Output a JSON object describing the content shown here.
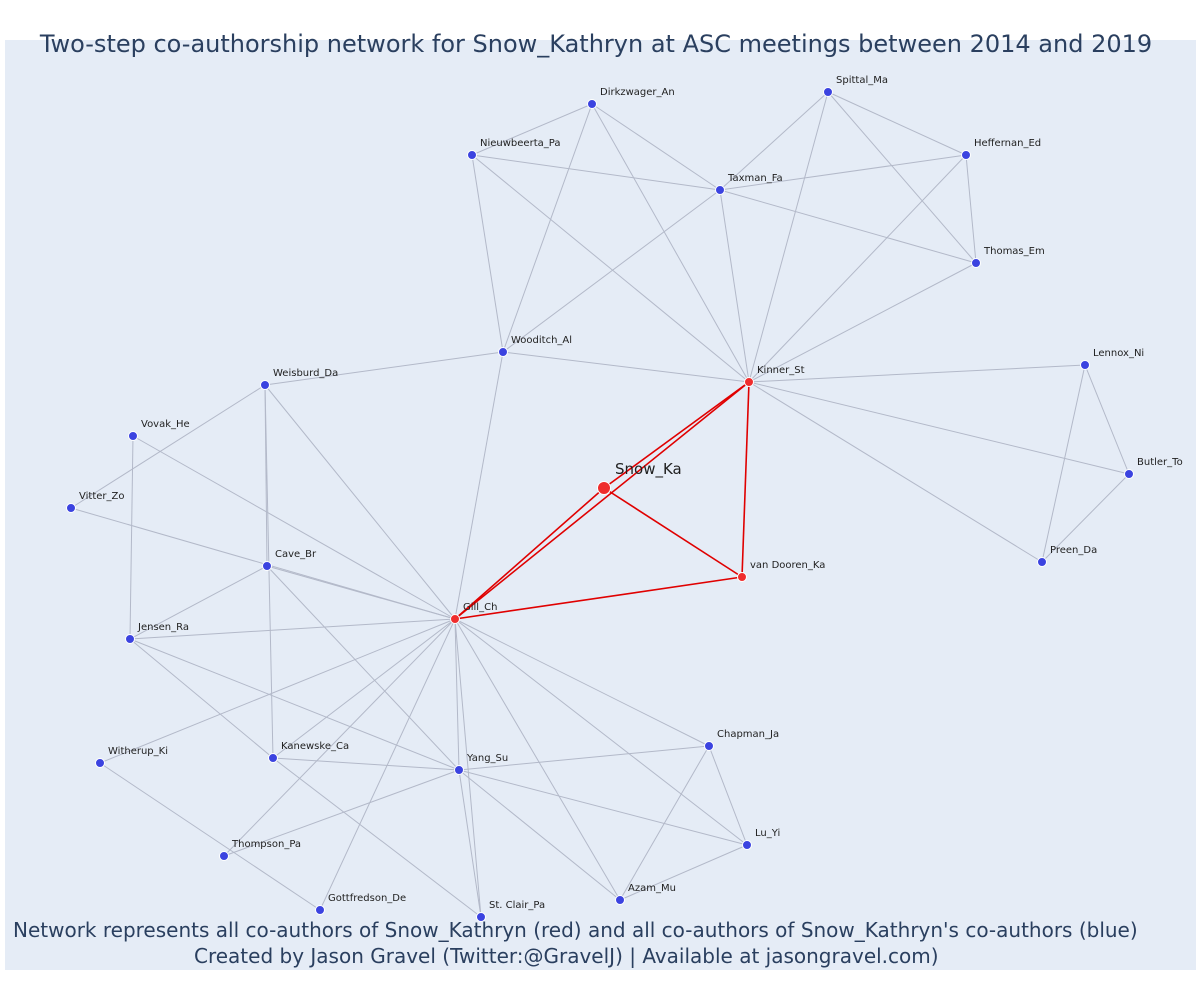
{
  "title": "Two-step co-authorship network for Snow_Kathryn at ASC meetings between 2014 and 2019",
  "footer": {
    "line1": "Network represents all co-authors of Snow_Kathryn (red) and all co-authors of Snow_Kathryn's co-authors (blue)",
    "line2": "Created by Jason Gravel (Twitter:@GravelJ) | Available at jasongravel.com)"
  },
  "colors": {
    "background": "#e5ecf6",
    "first_degree": "#ef2d2d",
    "second_degree": "#3b43e0",
    "edge": "#b3b9c9",
    "focal_edge": "#e00000",
    "text": "#2a3f5f"
  },
  "nodes": [
    {
      "id": "Snow_Ka",
      "label": "Snow_Ka",
      "group": "focal"
    },
    {
      "id": "Kinner_St",
      "label": "Kinner_St",
      "group": "first"
    },
    {
      "id": "Gill_Ch",
      "label": "Gill_Ch",
      "group": "first"
    },
    {
      "id": "van_Dooren_Ka",
      "label": "van Dooren_Ka",
      "group": "first"
    },
    {
      "id": "Dirkzwager_An",
      "label": "Dirkzwager_An",
      "group": "second"
    },
    {
      "id": "Spittal_Ma",
      "label": "Spittal_Ma",
      "group": "second"
    },
    {
      "id": "Nieuwbeerta_Pa",
      "label": "Nieuwbeerta_Pa",
      "group": "second"
    },
    {
      "id": "Heffernan_Ed",
      "label": "Heffernan_Ed",
      "group": "second"
    },
    {
      "id": "Taxman_Fa",
      "label": "Taxman_Fa",
      "group": "second"
    },
    {
      "id": "Thomas_Em",
      "label": "Thomas_Em",
      "group": "second"
    },
    {
      "id": "Wooditch_Al",
      "label": "Wooditch_Al",
      "group": "second"
    },
    {
      "id": "Lennox_Ni",
      "label": "Lennox_Ni",
      "group": "second"
    },
    {
      "id": "Weisburd_Da",
      "label": "Weisburd_Da",
      "group": "second"
    },
    {
      "id": "Vovak_He",
      "label": "Vovak_He",
      "group": "second"
    },
    {
      "id": "Butler_To",
      "label": "Butler_To",
      "group": "second"
    },
    {
      "id": "Vitter_Zo",
      "label": "Vitter_Zo",
      "group": "second"
    },
    {
      "id": "Preen_Da",
      "label": "Preen_Da",
      "group": "second"
    },
    {
      "id": "Cave_Br",
      "label": "Cave_Br",
      "group": "second"
    },
    {
      "id": "Jensen_Ra",
      "label": "Jensen_Ra",
      "group": "second"
    },
    {
      "id": "Chapman_Ja",
      "label": "Chapman_Ja",
      "group": "second"
    },
    {
      "id": "Witherup_Ki",
      "label": "Witherup_Ki",
      "group": "second"
    },
    {
      "id": "Kanewske_Ca",
      "label": "Kanewske_Ca",
      "group": "second"
    },
    {
      "id": "Yang_Su",
      "label": "Yang_Su",
      "group": "second"
    },
    {
      "id": "Lu_Yi",
      "label": "Lu_Yi",
      "group": "second"
    },
    {
      "id": "Thompson_Pa",
      "label": "Thompson_Pa",
      "group": "second"
    },
    {
      "id": "Azam_Mu",
      "label": "Azam_Mu",
      "group": "second"
    },
    {
      "id": "Gottfredson_De",
      "label": "Gottfredson_De",
      "group": "second"
    },
    {
      "id": "St_Clair_Pa",
      "label": "St. Clair_Pa",
      "group": "second"
    }
  ],
  "edges": [
    [
      "Snow_Ka",
      "Kinner_St"
    ],
    [
      "Snow_Ka",
      "Gill_Ch"
    ],
    [
      "Snow_Ka",
      "van_Dooren_Ka"
    ],
    [
      "Kinner_St",
      "Gill_Ch"
    ],
    [
      "Kinner_St",
      "van_Dooren_Ka"
    ],
    [
      "Gill_Ch",
      "van_Dooren_Ka"
    ],
    [
      "Dirkzwager_An",
      "Nieuwbeerta_Pa"
    ],
    [
      "Dirkzwager_An",
      "Taxman_Fa"
    ],
    [
      "Dirkzwager_An",
      "Wooditch_Al"
    ],
    [
      "Dirkzwager_An",
      "Kinner_St"
    ],
    [
      "Nieuwbeerta_Pa",
      "Taxman_Fa"
    ],
    [
      "Nieuwbeerta_Pa",
      "Wooditch_Al"
    ],
    [
      "Nieuwbeerta_Pa",
      "Kinner_St"
    ],
    [
      "Spittal_Ma",
      "Taxman_Fa"
    ],
    [
      "Spittal_Ma",
      "Heffernan_Ed"
    ],
    [
      "Spittal_Ma",
      "Thomas_Em"
    ],
    [
      "Spittal_Ma",
      "Kinner_St"
    ],
    [
      "Heffernan_Ed",
      "Taxman_Fa"
    ],
    [
      "Heffernan_Ed",
      "Thomas_Em"
    ],
    [
      "Heffernan_Ed",
      "Kinner_St"
    ],
    [
      "Taxman_Fa",
      "Thomas_Em"
    ],
    [
      "Taxman_Fa",
      "Wooditch_Al"
    ],
    [
      "Taxman_Fa",
      "Kinner_St"
    ],
    [
      "Thomas_Em",
      "Kinner_St"
    ],
    [
      "Wooditch_Al",
      "Kinner_St"
    ],
    [
      "Wooditch_Al",
      "Weisburd_Da"
    ],
    [
      "Wooditch_Al",
      "Gill_Ch"
    ],
    [
      "Kinner_St",
      "Lennox_Ni"
    ],
    [
      "Kinner_St",
      "Butler_To"
    ],
    [
      "Kinner_St",
      "Preen_Da"
    ],
    [
      "Lennox_Ni",
      "Butler_To"
    ],
    [
      "Lennox_Ni",
      "Preen_Da"
    ],
    [
      "Butler_To",
      "Preen_Da"
    ],
    [
      "Weisburd_Da",
      "Vitter_Zo"
    ],
    [
      "Weisburd_Da",
      "Cave_Br"
    ],
    [
      "Weisburd_Da",
      "Kanewske_Ca"
    ],
    [
      "Weisburd_Da",
      "Gill_Ch"
    ],
    [
      "Vovak_He",
      "Gill_Ch"
    ],
    [
      "Vovak_He",
      "Jensen_Ra"
    ],
    [
      "Vitter_Zo",
      "Gill_Ch"
    ],
    [
      "Cave_Br",
      "Gill_Ch"
    ],
    [
      "Cave_Br",
      "Jensen_Ra"
    ],
    [
      "Cave_Br",
      "Yang_Su"
    ],
    [
      "Jensen_Ra",
      "Gill_Ch"
    ],
    [
      "Jensen_Ra",
      "Kanewske_Ca"
    ],
    [
      "Jensen_Ra",
      "Yang_Su"
    ],
    [
      "Gill_Ch",
      "Kanewske_Ca"
    ],
    [
      "Gill_Ch",
      "Yang_Su"
    ],
    [
      "Gill_Ch",
      "Chapman_Ja"
    ],
    [
      "Gill_Ch",
      "Lu_Yi"
    ],
    [
      "Gill_Ch",
      "Azam_Mu"
    ],
    [
      "Gill_Ch",
      "St_Clair_Pa"
    ],
    [
      "Gill_Ch",
      "Gottfredson_De"
    ],
    [
      "Gill_Ch",
      "Thompson_Pa"
    ],
    [
      "Gill_Ch",
      "Witherup_Ki"
    ],
    [
      "Kanewske_Ca",
      "Yang_Su"
    ],
    [
      "Kanewske_Ca",
      "St_Clair_Pa"
    ],
    [
      "Yang_Su",
      "Chapman_Ja"
    ],
    [
      "Yang_Su",
      "Lu_Yi"
    ],
    [
      "Yang_Su",
      "Azam_Mu"
    ],
    [
      "Yang_Su",
      "St_Clair_Pa"
    ],
    [
      "Yang_Su",
      "Thompson_Pa"
    ],
    [
      "Chapman_Ja",
      "Lu_Yi"
    ],
    [
      "Chapman_Ja",
      "Azam_Mu"
    ],
    [
      "Azam_Mu",
      "Lu_Yi"
    ],
    [
      "Witherup_Ki",
      "Gottfredson_De"
    ]
  ]
}
